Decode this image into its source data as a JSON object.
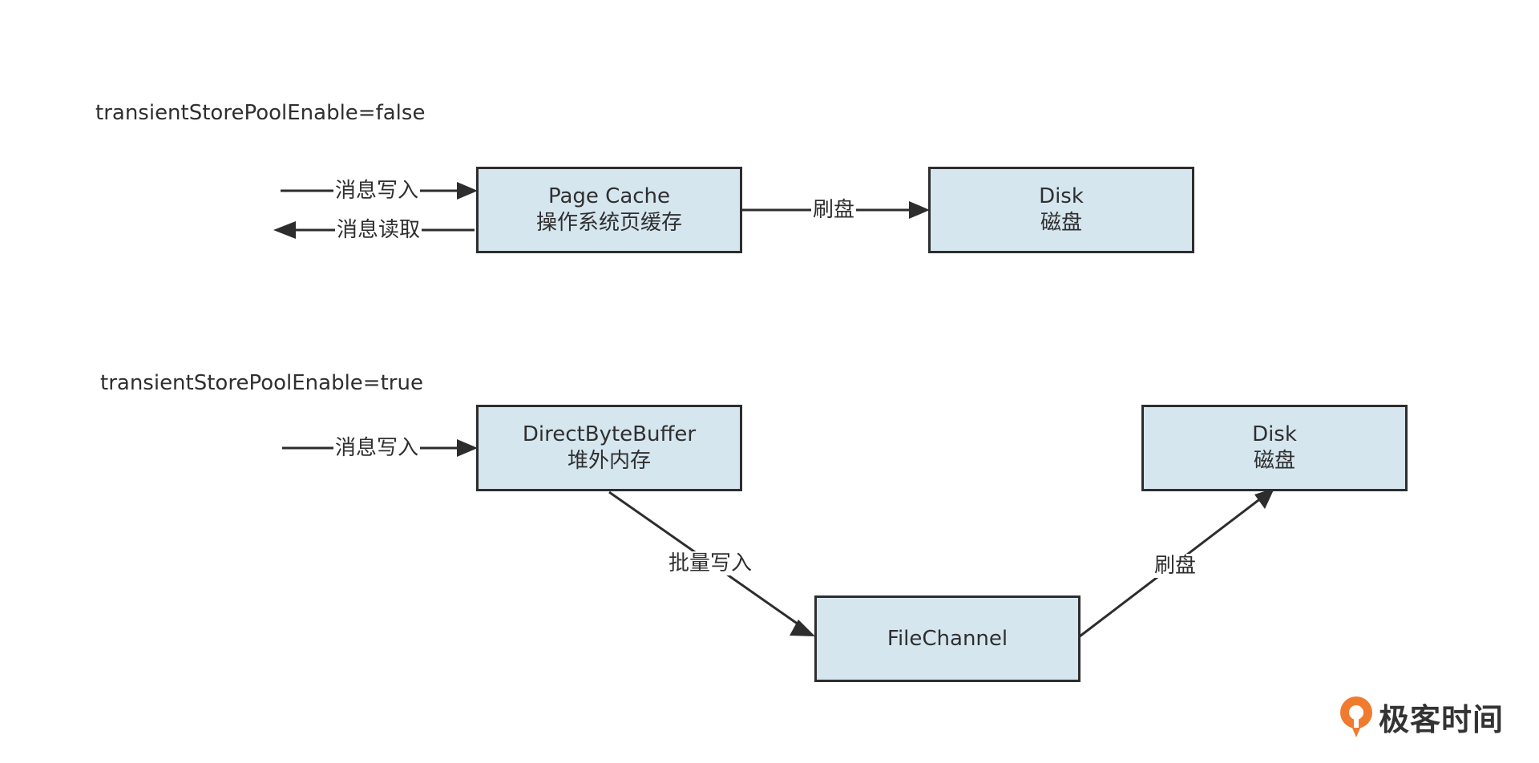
{
  "captions": {
    "top": "transientStorePoolEnable=false",
    "bottom": "transientStorePoolEnable=true"
  },
  "nodes": {
    "page_cache": {
      "line1": "Page Cache",
      "line2": "操作系统页缓存"
    },
    "disk_top": {
      "line1": "Disk",
      "line2": "磁盘"
    },
    "direct_buffer": {
      "line1": "DirectByteBuffer",
      "line2": "堆外内存"
    },
    "disk_bottom": {
      "line1": "Disk",
      "line2": "磁盘"
    },
    "file_channel": {
      "line1": "FileChannel"
    }
  },
  "edges": {
    "write_top": "消息写入",
    "read_top": "消息读取",
    "flush_top": "刷盘",
    "write_bottom": "消息写入",
    "batch_write": "批量写入",
    "flush_bottom": "刷盘"
  },
  "logo": {
    "text": "极客时间",
    "icon": "geektime-logo-icon"
  },
  "colors": {
    "box_fill": "#d5e6ef",
    "line": "#2d2d2d",
    "logo_orange": "#f07b2e"
  }
}
